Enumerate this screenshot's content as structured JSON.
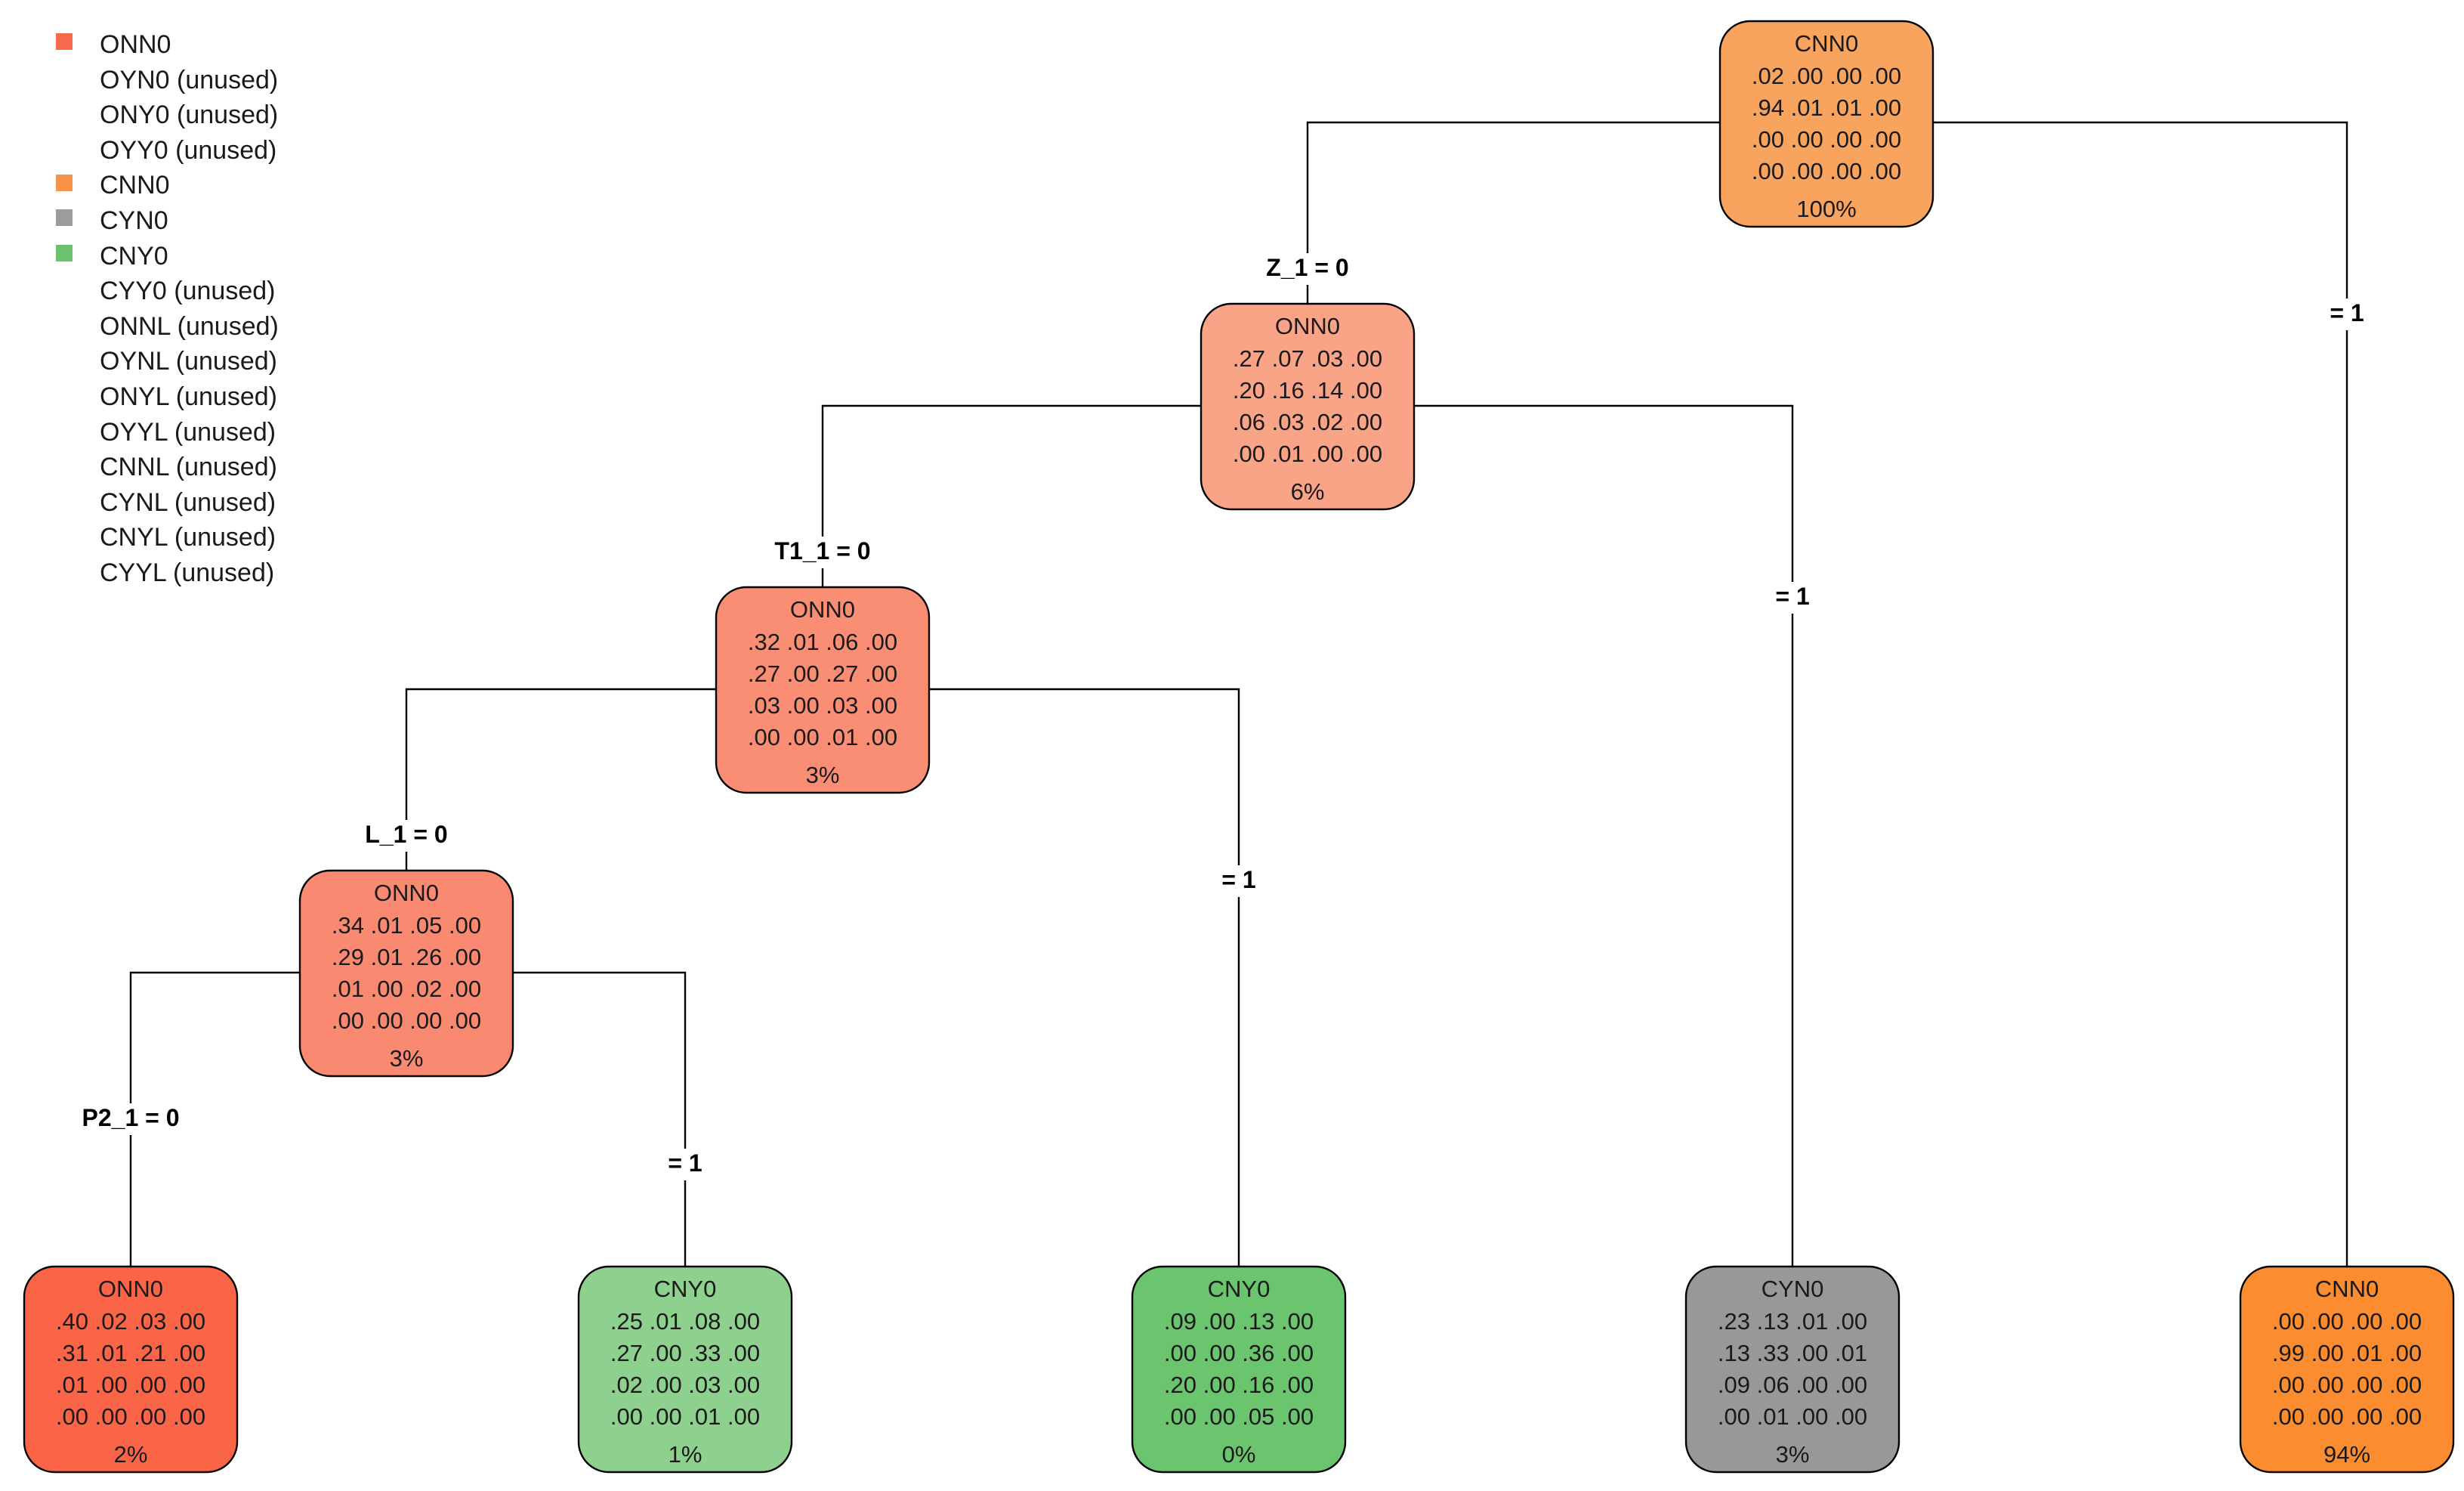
{
  "legend": [
    {
      "label": "ONN0",
      "color": "#F86A4E"
    },
    {
      "label": "OYN0 (unused)",
      "color": null
    },
    {
      "label": "ONY0 (unused)",
      "color": null
    },
    {
      "label": "OYY0 (unused)",
      "color": null
    },
    {
      "label": "CNN0",
      "color": "#F89447"
    },
    {
      "label": "CYN0",
      "color": "#9C9C9C"
    },
    {
      "label": "CNY0",
      "color": "#6CC16F"
    },
    {
      "label": "CYY0 (unused)",
      "color": null
    },
    {
      "label": "ONNL (unused)",
      "color": null
    },
    {
      "label": "OYNL (unused)",
      "color": null
    },
    {
      "label": "ONYL (unused)",
      "color": null
    },
    {
      "label": "OYYL (unused)",
      "color": null
    },
    {
      "label": "CNNL (unused)",
      "color": null
    },
    {
      "label": "CYNL (unused)",
      "color": null
    },
    {
      "label": "CNYL (unused)",
      "color": null
    },
    {
      "label": "CYYL (unused)",
      "color": null
    }
  ],
  "nodes": [
    {
      "id": "root",
      "label": "CNN0",
      "color": "#F8A35E",
      "rows": [
        ".02 .00 .00 .00",
        ".94 .01 .01 .00",
        ".00 .00 .00 .00",
        ".00 .00 .00 .00"
      ],
      "pct": "100%"
    },
    {
      "id": "n2",
      "label": "ONN0",
      "color": "#F9A387",
      "rows": [
        ".27 .07 .03 .00",
        ".20 .16 .14 .00",
        ".06 .03 .02 .00",
        ".00 .01 .00 .00"
      ],
      "pct": "6%"
    },
    {
      "id": "n4",
      "label": "ONN0",
      "color": "#F98E74",
      "rows": [
        ".32 .01 .06 .00",
        ".27 .00 .27 .00",
        ".03 .00 .03 .00",
        ".00 .00 .01 .00"
      ],
      "pct": "3%"
    },
    {
      "id": "n8",
      "label": "ONN0",
      "color": "#F98A71",
      "rows": [
        ".34 .01 .05 .00",
        ".29 .01 .26 .00",
        ".01 .00 .02 .00",
        ".00 .00 .00 .00"
      ],
      "pct": "3%"
    },
    {
      "id": "leaf16",
      "label": "ONN0",
      "color": "#FA6548",
      "rows": [
        ".40 .02 .03 .00",
        ".31 .01 .21 .00",
        ".01 .00 .00 .00",
        ".00 .00 .00 .00"
      ],
      "pct": "2%"
    },
    {
      "id": "leaf17",
      "label": "CNY0",
      "color": "#8ED08E",
      "rows": [
        ".25 .01 .08 .00",
        ".27 .00 .33 .00",
        ".02 .00 .03 .00",
        ".00 .00 .01 .00"
      ],
      "pct": "1%"
    },
    {
      "id": "leaf9",
      "label": "CNY0",
      "color": "#6BC46E",
      "rows": [
        ".09 .00 .13 .00",
        ".00 .00 .36 .00",
        ".20 .00 .16 .00",
        ".00 .00 .05 .00"
      ],
      "pct": "0%"
    },
    {
      "id": "leaf5",
      "label": "CYN0",
      "color": "#989898",
      "rows": [
        ".23 .13 .01 .00",
        ".13 .33 .00 .01",
        ".09 .06 .00 .00",
        ".00 .01 .00 .00"
      ],
      "pct": "3%"
    },
    {
      "id": "leaf3",
      "label": "CNN0",
      "color": "#FB8C2F",
      "rows": [
        ".00 .00 .00 .00",
        ".99 .00 .01 .00",
        ".00 .00 .00 .00",
        ".00 .00 .00 .00"
      ],
      "pct": "94%"
    }
  ],
  "splits": [
    {
      "id": "s_root",
      "left": "Z_1 = 0",
      "right": "= 1"
    },
    {
      "id": "s_n2",
      "left": "T1_1 = 0",
      "right": "= 1"
    },
    {
      "id": "s_n4",
      "left": "L_1 = 0",
      "right": "= 1"
    },
    {
      "id": "s_n8",
      "left": "P2_1 = 0",
      "right": "= 1"
    }
  ]
}
